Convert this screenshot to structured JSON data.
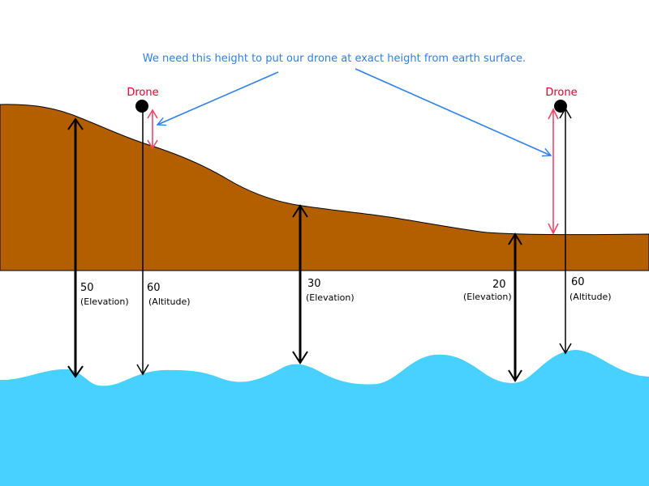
{
  "caption": "We need this height to put our drone at exact height from earth surface.",
  "drones": [
    {
      "label": "Drone"
    },
    {
      "label": "Drone"
    }
  ],
  "measures": [
    {
      "value": "50",
      "kind": "(Elevation)"
    },
    {
      "value": "60",
      "kind": "(Altitude)"
    },
    {
      "value": "30",
      "kind": "(Elevation)"
    },
    {
      "value": "20",
      "kind": "(Elevation)"
    },
    {
      "value": "60",
      "kind": "(Altitude)"
    }
  ],
  "colors": {
    "terrain": "#b35f00",
    "water": "#48d0ff",
    "caption": "#2f7fe8",
    "drone_label": "#e0002a",
    "gap_arrow": "#ef4668",
    "line": "#000000"
  }
}
